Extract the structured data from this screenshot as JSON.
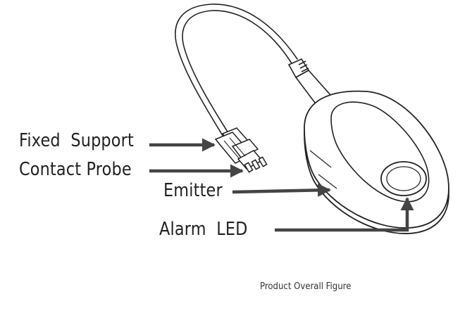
{
  "labels": {
    "fixed_support": "Fixed  Support",
    "contact_probe": "Contact Probe",
    "emitter": "Emitter",
    "alarm_led": "Alarm  LED"
  },
  "caption": "Product Overall Figure",
  "colors": {
    "line": "#222222",
    "arrow": "#444444",
    "background": "#ffffff"
  }
}
